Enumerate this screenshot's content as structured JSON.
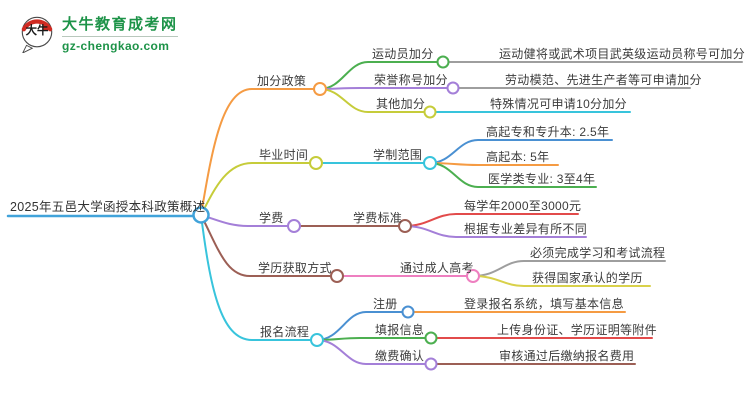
{
  "brand": {
    "site_name": "大牛教育成考网",
    "site_url": "gz-chengkao.com",
    "icon_text": "大牛",
    "green": "#1d9348",
    "icon_red": "#cf2a22"
  },
  "central": {
    "label": "2025年五邑大学函授本科政策概述",
    "color": "#41a3da"
  },
  "branches": [
    {
      "label": "加分政策",
      "color": "#f59b43",
      "children": [
        {
          "label": "运动员加分",
          "color": "#4caf50",
          "leaf": {
            "label": "运动健将或武术项目武英级运动员称号可加分",
            "color": "#9e9e9e"
          }
        },
        {
          "label": "荣誉称号加分",
          "color": "#a47fd8",
          "leaf": {
            "label": "劳动模范、先进生产者等可申请加分",
            "color": "#9e9e9e"
          }
        },
        {
          "label": "其他加分",
          "color": "#c6cc3a",
          "leaf": {
            "label": "特殊情况可申请10分加分",
            "color": "#38c4dc"
          }
        }
      ]
    },
    {
      "label": "毕业时间",
      "color": "#c6cc3a",
      "children": [
        {
          "label": "学制范围",
          "color": "#38c4dc",
          "children": [
            {
              "label": "高起专和专升本: 2.5年",
              "color": "#4a90d2"
            },
            {
              "label": "高起本: 5年",
              "color": "#f59b43"
            },
            {
              "label": "医学类专业: 3至4年",
              "color": "#4caf50"
            }
          ]
        }
      ]
    },
    {
      "label": "学费",
      "color": "#a47fd8",
      "children": [
        {
          "label": "学费标准",
          "color": "#9c5f55",
          "children": [
            {
              "label": "每学年2000至3000元",
              "color": "#e24b4b"
            },
            {
              "label": "根据专业差异有所不同",
              "color": "#a47fd8"
            }
          ]
        }
      ]
    },
    {
      "label": "学历获取方式",
      "color": "#9c5f55",
      "children": [
        {
          "label": "通过成人高考",
          "color": "#ee7fc0",
          "children": [
            {
              "label": "必须完成学习和考试流程",
              "color": "#9e9e9e"
            },
            {
              "label": "获得国家承认的学历",
              "color": "#d9d14a"
            }
          ]
        }
      ]
    },
    {
      "label": "报名流程",
      "color": "#38c4dc",
      "children": [
        {
          "label": "注册",
          "color": "#4a90d2",
          "leaf": {
            "label": "登录报名系统，填写基本信息",
            "color": "#f59b43"
          }
        },
        {
          "label": "填报信息",
          "color": "#4caf50",
          "leaf": {
            "label": "上传身份证、学历证明等附件",
            "color": "#e24b4b"
          }
        },
        {
          "label": "缴费确认",
          "color": "#a47fd8",
          "leaf": {
            "label": "审核通过后缴纳报名费用",
            "color": "#9c5f55"
          }
        }
      ]
    }
  ]
}
